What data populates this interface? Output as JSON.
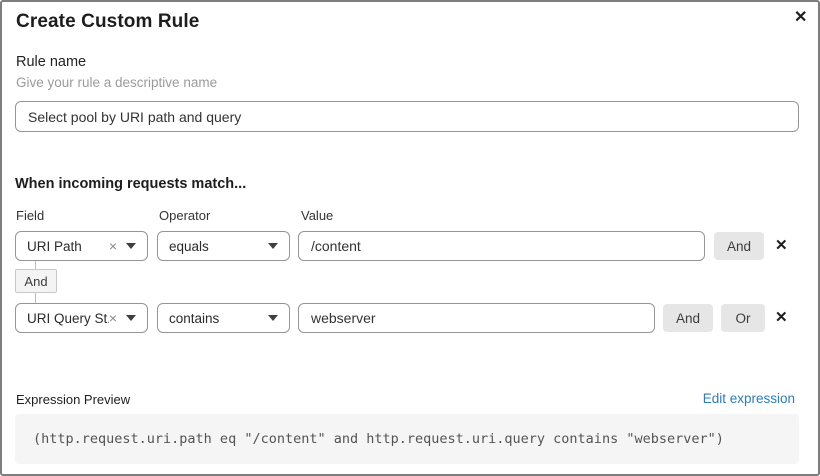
{
  "dialog": {
    "title": "Create Custom Rule"
  },
  "icons": {
    "close": "✕",
    "clear": "×",
    "remove": "✕"
  },
  "rule_name": {
    "label": "Rule name",
    "helper": "Give your rule a descriptive name",
    "value": "Select pool by URI path and query"
  },
  "match_section": {
    "heading": "When incoming requests match...",
    "column_labels": [
      "Field",
      "Operator",
      "Value"
    ],
    "connector_label": "And",
    "rows": [
      {
        "field": "URI Path",
        "operator": "equals",
        "value": "/content",
        "and_label": "And"
      },
      {
        "field": "URI Query St...",
        "operator": "contains",
        "value": "webserver",
        "and_label": "And",
        "or_label": "Or"
      }
    ]
  },
  "expression": {
    "label": "Expression Preview",
    "edit_link": "Edit expression",
    "code": "(http.request.uri.path eq \"/content\" and http.request.uri.query contains \"webserver\")"
  },
  "colors": {
    "link_blue": "#2e7cb5",
    "button_gray": "#e6e6e6",
    "code_background": "#f5f5f5"
  }
}
